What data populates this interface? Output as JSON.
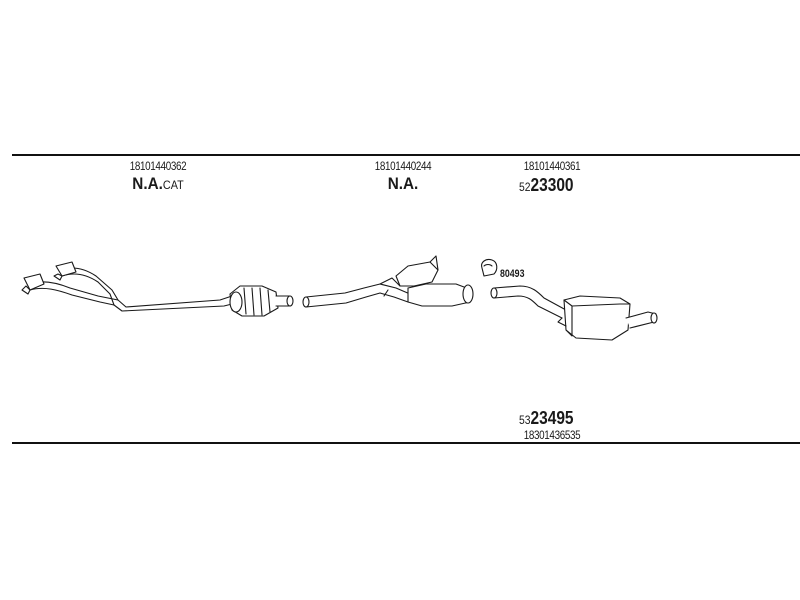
{
  "parts": {
    "front_pipe": {
      "part_number": "18101440362",
      "name": "N.A.",
      "suffix": "CAT"
    },
    "center_pipe": {
      "part_number": "18101440244",
      "name": "N.A."
    },
    "rear_pipe": {
      "part_number": "18101440361",
      "code_prefix": "52",
      "code": "23300"
    },
    "clamp": {
      "code": "80493"
    },
    "rear_muffler": {
      "code_prefix": "53",
      "code": "23495",
      "part_number": "18301436535"
    }
  }
}
